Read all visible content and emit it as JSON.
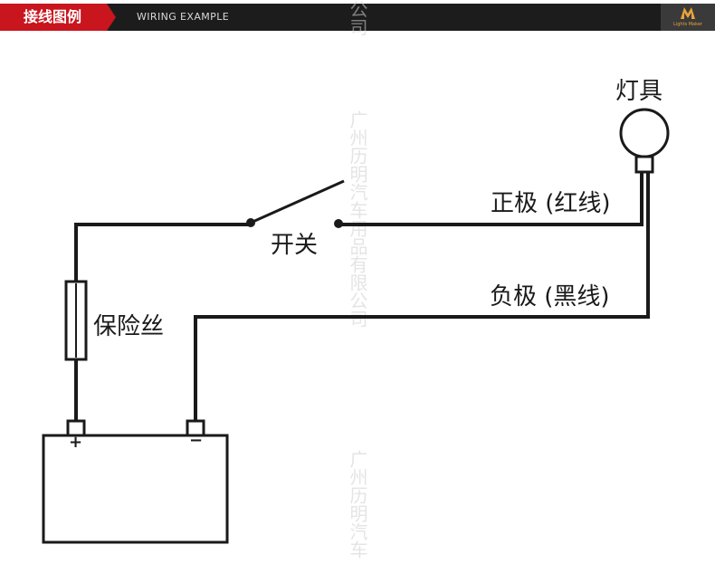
{
  "header": {
    "title": "接线图例",
    "subtitle": "WIRING EXAMPLE",
    "brand_text": "Lights Maker",
    "accent_color": "#c9151e",
    "bar_color": "#1c1c1c"
  },
  "watermark": {
    "top_fragment": "公司",
    "text": "广州历明汽车用品有限公司",
    "bottom_fragment": "广州历明汽车"
  },
  "diagram": {
    "lamp_label": "灯具",
    "positive_label": "正极 (红线)",
    "negative_label": "负极 (黑线)",
    "switch_label": "开关",
    "fuse_label": "保险丝",
    "battery_plus": "+",
    "battery_minus": "−"
  }
}
